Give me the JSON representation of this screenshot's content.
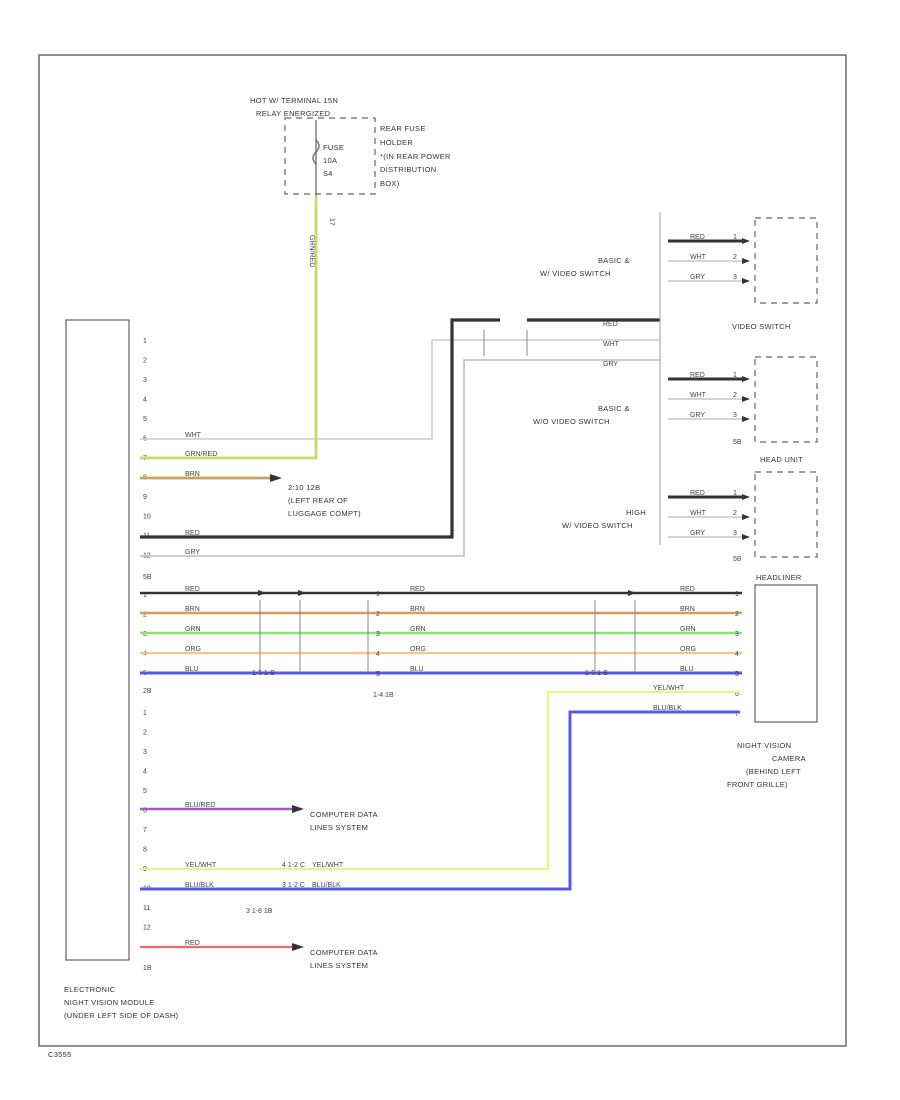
{
  "footer_code": "C3555",
  "power": {
    "hot_label_1": "HOT W/ TERMINAL 15N",
    "hot_label_2": "RELAY ENERGIZED",
    "fuse_label_1": "FUSE",
    "fuse_label_2": "10A",
    "fuse_label_3": "S4",
    "holder_1": "REAR FUSE",
    "holder_2": "HOLDER",
    "holder_3": "*(IN REAR POWER",
    "holder_4": "DISTRIBUTION",
    "holder_5": "BOX)",
    "conn": "17",
    "feed_wire": "GRN/RED"
  },
  "module": {
    "name_1": "ELECTRONIC",
    "name_2": "NIGHT VISION MODULE",
    "name_3": "(UNDER LEFT SIDE OF DASH)",
    "pins_top": [
      "1",
      "2",
      "3",
      "4",
      "5",
      "6",
      "7",
      "8",
      "9",
      "10",
      "11",
      "12"
    ],
    "conn_a": "5B",
    "pins_mid": [
      "1",
      "2",
      "3",
      "4",
      "5"
    ],
    "conn_b": "2B",
    "pins_bot": [
      "1",
      "2",
      "3",
      "4",
      "5",
      "6",
      "7",
      "8",
      "9",
      "10",
      "11",
      "12"
    ],
    "conn_c": "1B"
  },
  "wires_top": {
    "w6": "WHT",
    "w7": "GRN/RED",
    "w8": "BRN",
    "w11": "RED",
    "w12": "GRY"
  },
  "ground": {
    "line_1": "2:10 12B",
    "line_2": "(LEFT REAR OF",
    "line_3": "LUGGAGE COMPT)"
  },
  "video": {
    "wires": [
      "RED",
      "WHT",
      "GRY"
    ],
    "pins": [
      "1",
      "2",
      "3"
    ],
    "basic_nav_1": "BASIC &",
    "basic_nav_2": "W/ VIDEO SWITCH",
    "basic_nonav_1": "BASIC &",
    "basic_nonav_2": "W/O VIDEO SWITCH",
    "high_1": "HIGH",
    "high_2": "W/ VIDEO SWITCH",
    "video_switch": "VIDEO SWITCH",
    "head_unit": "HEAD UNIT",
    "conn_hu": "5B",
    "conn_high": "5B"
  },
  "camera_bus": {
    "wires": [
      "RED",
      "BRN",
      "GRN",
      "ORG",
      "BLU"
    ],
    "pins_mid": [
      "1",
      "2",
      "3",
      "4",
      "5"
    ],
    "conn_mid": "1-4 1B",
    "conn_left": "1-5 1-B",
    "conn_right": "1-5 1-B",
    "headliner": "HEADLINER",
    "cam_pins": [
      "1",
      "2",
      "3",
      "4",
      "5",
      "6",
      "7"
    ],
    "cam_1": "NIGHT VISION",
    "cam_2": "CAMERA",
    "cam_3": "(BEHIND LEFT",
    "cam_4": "FRONT GRILLE)",
    "yel_wht": "YEL/WHT",
    "blu_blk": "BLU/BLK"
  },
  "bottom": {
    "w5": "BLU/RED",
    "w9": "YEL/WHT",
    "w10": "BLU/BLK",
    "w12": "RED",
    "cds_1": "COMPUTER DATA",
    "cds_2": "LINES SYSTEM",
    "conn_mid": "4 1-2 C",
    "conn_mid2": "3 1-2 C",
    "conn_label": "3 1-8 1B"
  },
  "colors": {
    "grn_red": "#c7d96a",
    "brn": "#c9a35a",
    "black": "#333333",
    "grn": "#8fe07a",
    "org": "#f7c28b",
    "blu": "#5a5ae0",
    "yel": "#f2f27a",
    "blu_red": "#9b59c9",
    "red": "#f06a6a",
    "gry": "#bbbbbb"
  }
}
